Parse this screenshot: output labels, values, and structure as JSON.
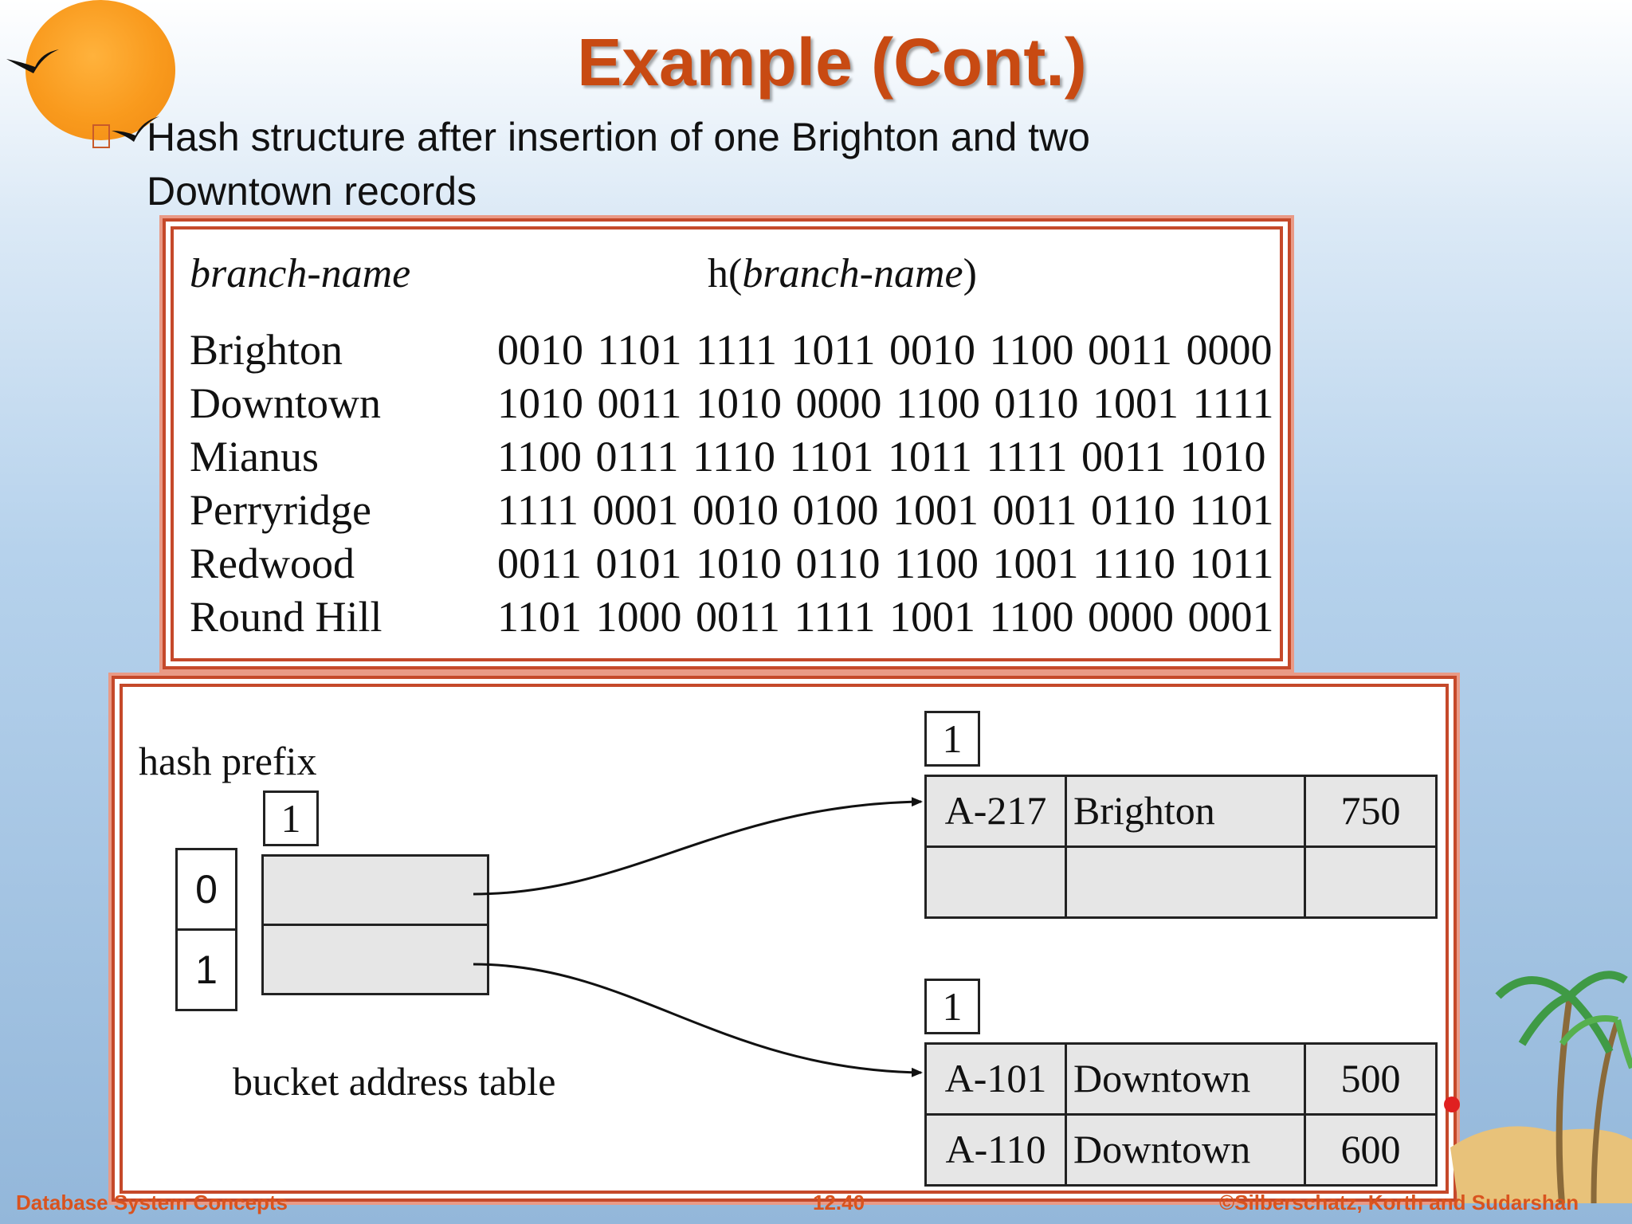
{
  "slide": {
    "title": "Example (Cont.)",
    "bullet": [
      "Hash structure after  insertion of one Brighton and two",
      "Downtown records"
    ]
  },
  "hash_table": {
    "header_name": "branch-name",
    "header_hash_prefix": "h(",
    "header_hash_arg": "branch-name",
    "header_hash_suffix": ")",
    "rows": [
      {
        "name": "Brighton",
        "hash": "0010 1101 1111 1011 0010 1100 0011 0000"
      },
      {
        "name": "Downtown",
        "hash": "1010 0011 1010 0000 1100 0110 1001 1111"
      },
      {
        "name": "Mianus",
        "hash": "1100 0111 1110 1101 1011 1111 0011 1010"
      },
      {
        "name": "Perryridge",
        "hash": "1111 0001 0010 0100 1001 0011 0110 1101"
      },
      {
        "name": "Redwood",
        "hash": "0011 0101 1010 0110 1100 1001 1110 1011"
      },
      {
        "name": "Round Hill",
        "hash": "1101 1000 0011 1111 1001 1100 0000 0001"
      }
    ]
  },
  "diagram": {
    "hash_prefix_label": "hash prefix",
    "table_depth": "1",
    "indices": [
      "0",
      "1"
    ],
    "bucket_table_label": "bucket address table",
    "buckets": [
      {
        "depth": "1",
        "records": [
          [
            "A-217",
            "Brighton",
            "750"
          ],
          [
            "",
            "",
            ""
          ]
        ]
      },
      {
        "depth": "1",
        "records": [
          [
            "A-101",
            "Downtown",
            "500"
          ],
          [
            "A-110",
            "Downtown",
            "600"
          ]
        ]
      }
    ]
  },
  "footer": {
    "left": "Database System Concepts",
    "center": "12.40",
    "right": "©Silberschatz, Korth and Sudarshan"
  },
  "colors": {
    "title": "#c84a12",
    "frame": "#c5492a",
    "cell_fill": "#e6e6e6"
  }
}
